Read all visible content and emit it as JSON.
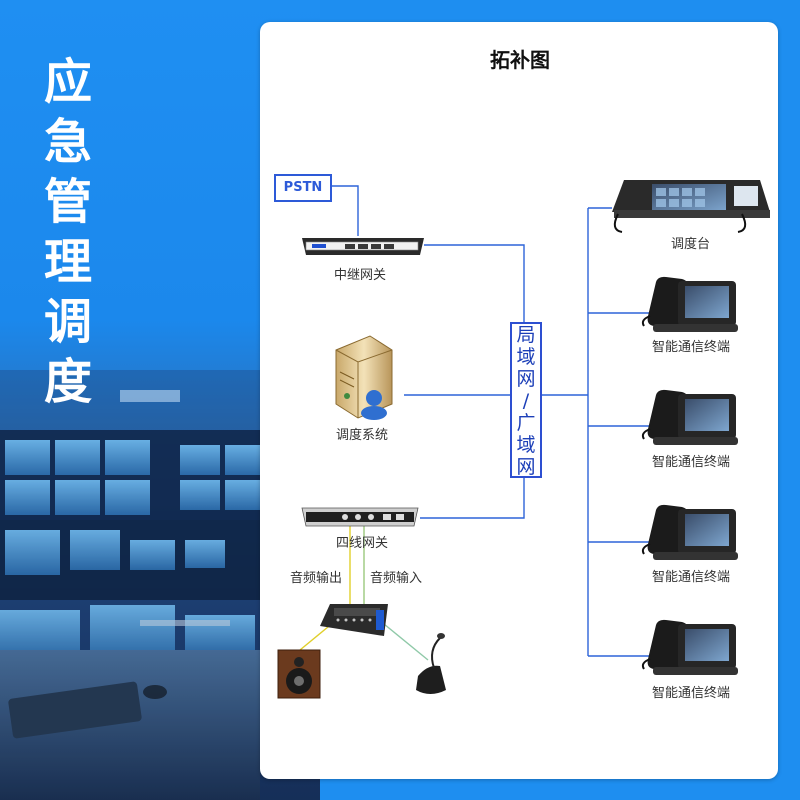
{
  "sidebar": {
    "title_chars": [
      "应",
      "急",
      "管",
      "理",
      "调",
      "度"
    ]
  },
  "diagram": {
    "title": "拓补图",
    "pstn_label": "PSTN",
    "network_chars": [
      "局",
      "域",
      "网",
      "/",
      "广",
      "域",
      "网"
    ],
    "trunk_gateway_label": "中继网关",
    "dispatch_system_label": "调度系统",
    "four_wire_gateway_label": "四线网关",
    "audio_out_label": "音频输出",
    "audio_in_label": "音频输入",
    "console_label": "调度台",
    "terminal_labels": [
      "智能通信终端",
      "智能通信终端",
      "智能通信终端",
      "智能通信终端"
    ]
  },
  "colors": {
    "sidebar_blue": "#1e8ef0",
    "network_line_blue": "#2d64d8",
    "audio_line_yellow": "#e0cf2a",
    "mic_line_green": "#8fc9a8"
  }
}
